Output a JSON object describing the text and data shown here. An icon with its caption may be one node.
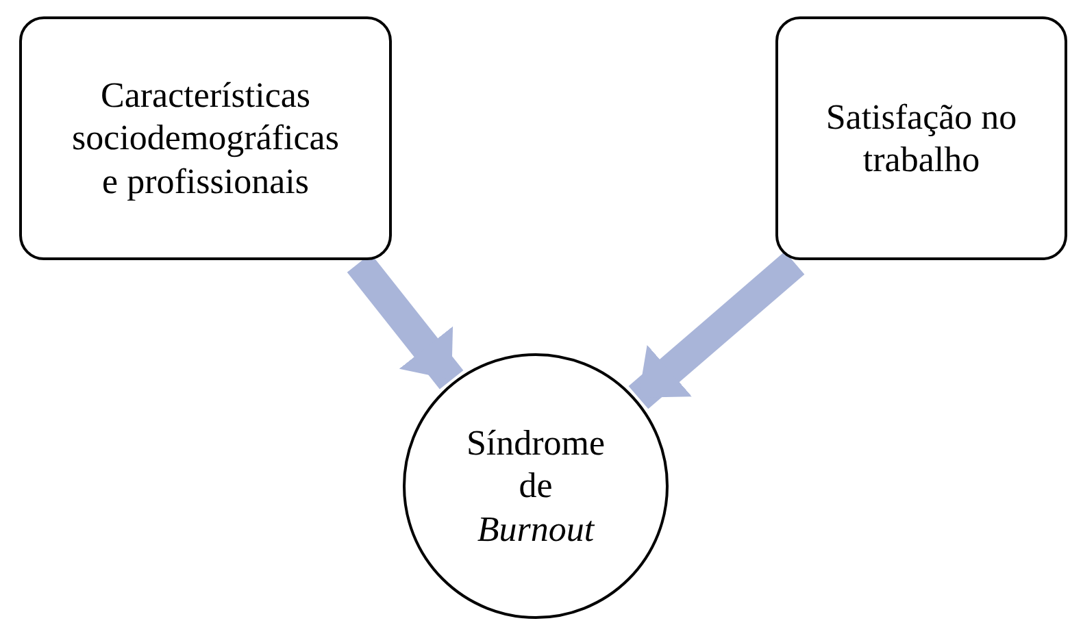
{
  "diagram": {
    "nodes": [
      {
        "text": [
          "Características sociodemográficas e profissionais"
        ]
      },
      {
        "text": [
          "Satisfação no trabalho"
        ]
      },
      {
        "text": [
          "Síndrome de *Burnout*"
        ]
      }
    ],
    "edges": [
      {
        "from": 0,
        "to": 2,
        "arrow": "to"
      },
      {
        "from": 1,
        "to": 2,
        "arrow": "to"
      }
    ]
  }
}
